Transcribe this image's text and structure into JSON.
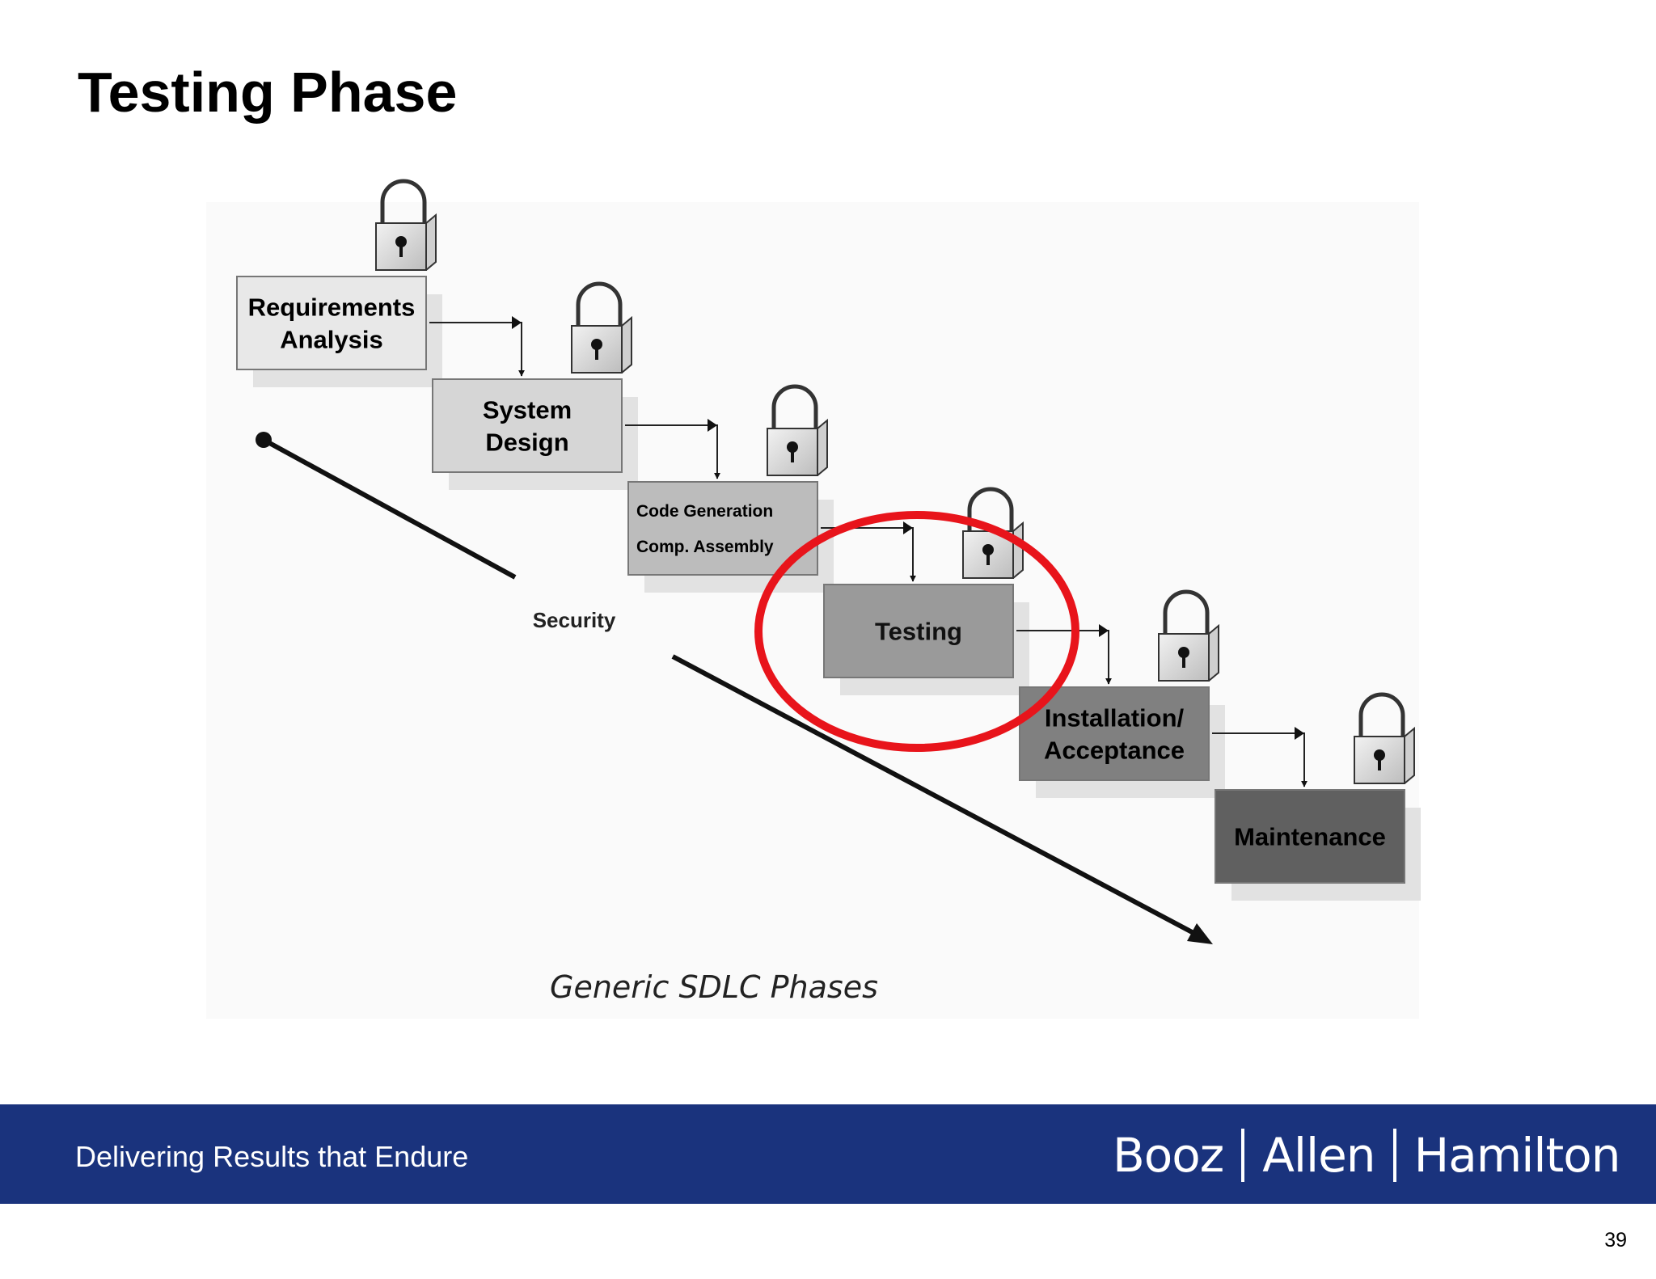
{
  "slide": {
    "title": "Testing Phase",
    "page_number": "39"
  },
  "diagram": {
    "caption": "Generic SDLC Phases",
    "axis_label": "Security",
    "phases": [
      {
        "lines": [
          "Requirements",
          "Analysis"
        ],
        "fill": "#e8e8e8",
        "text_color": "#000000"
      },
      {
        "lines": [
          "System",
          "Design"
        ],
        "fill": "#d6d6d6",
        "text_color": "#000000"
      },
      {
        "lines": [
          "Code Generation",
          "Comp. Assembly"
        ],
        "fill": "#bcbcbc",
        "text_color": "#000000"
      },
      {
        "lines": [
          "Testing"
        ],
        "fill": "#9a9a9a",
        "text_color": "#111111"
      },
      {
        "lines": [
          "Installation/",
          "Acceptance"
        ],
        "fill": "#808080",
        "text_color": "#000000"
      },
      {
        "lines": [
          "Maintenance"
        ],
        "fill": "#606060",
        "text_color": "#000000"
      }
    ],
    "highlighted_phase": "Testing",
    "highlight_color": "#e8141b",
    "lock_icon": "padlock-icon"
  },
  "footer": {
    "tagline": "Delivering Results that Endure",
    "logo_parts": [
      "Booz",
      "Allen",
      "Hamilton"
    ],
    "band_color": "#1a337d"
  }
}
